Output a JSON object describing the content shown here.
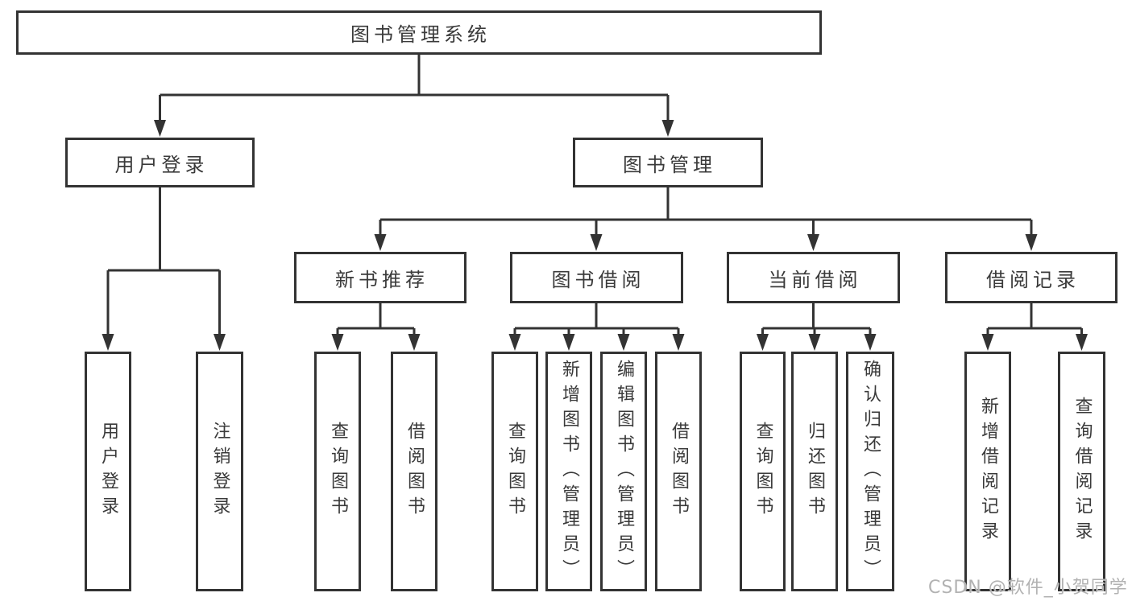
{
  "diagram": {
    "root": {
      "label": "图书管理系统"
    },
    "login_branch": {
      "label": "用户登录",
      "children": [
        {
          "label": "用户登录"
        },
        {
          "label": "注销登录"
        }
      ]
    },
    "mgmt_branch": {
      "label": "图书管理",
      "sections": [
        {
          "label": "新书推荐",
          "children": [
            {
              "label": "查询图书"
            },
            {
              "label": "借阅图书"
            }
          ]
        },
        {
          "label": "图书借阅",
          "children": [
            {
              "label": "查询图书"
            },
            {
              "label": "新增图书（管理员）"
            },
            {
              "label": "编辑图书（管理员）"
            },
            {
              "label": "借阅图书"
            }
          ]
        },
        {
          "label": "当前借阅",
          "children": [
            {
              "label": "查询图书"
            },
            {
              "label": "归还图书"
            },
            {
              "label": "确认归还（管理员）"
            }
          ]
        },
        {
          "label": "借阅记录",
          "children": [
            {
              "label": "新增借阅记录"
            },
            {
              "label": "查询借阅记录"
            }
          ]
        }
      ]
    }
  },
  "watermark": {
    "text": "CSDN @软件_小贺同学"
  },
  "colors": {
    "line": "#333333",
    "box_border": "#333333",
    "text": "#3a3a3a",
    "watermark": "#b2b2b2",
    "background": "#ffffff"
  }
}
